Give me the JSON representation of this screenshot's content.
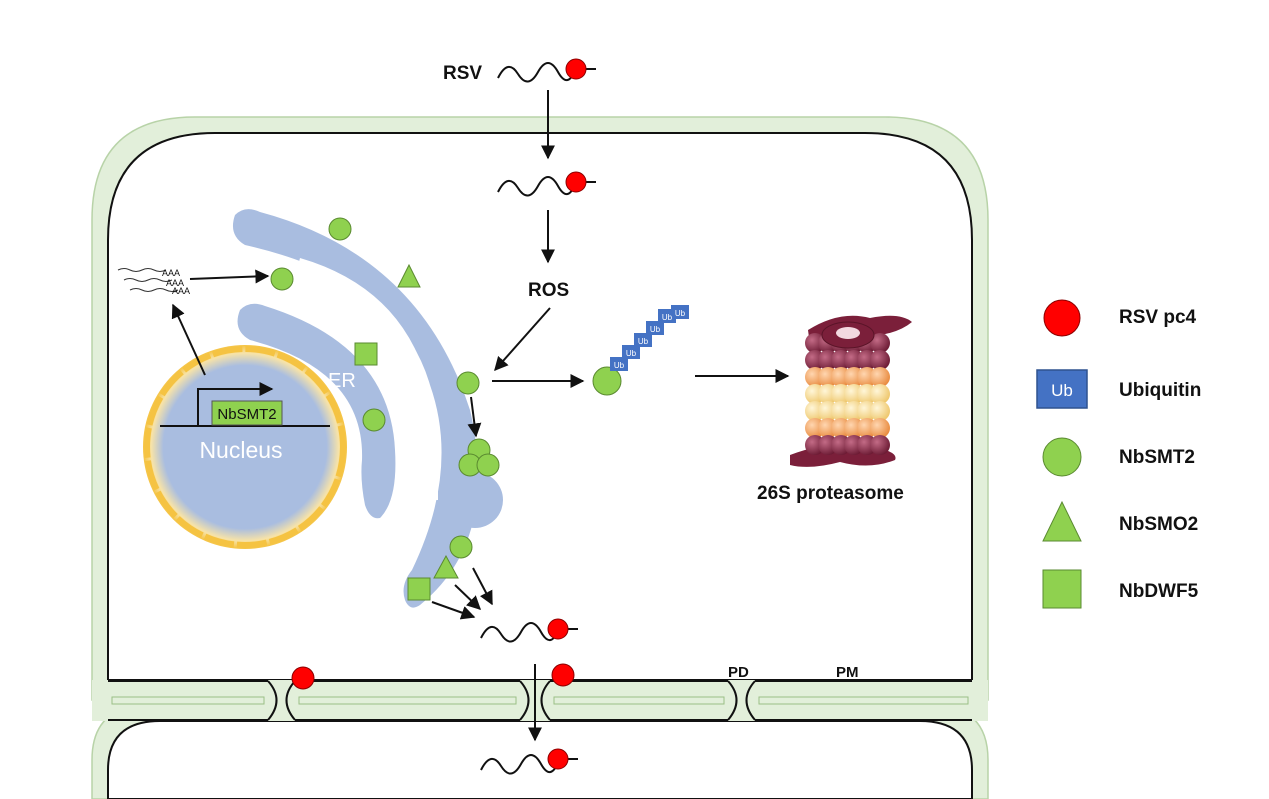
{
  "labels": {
    "rsv": "RSV",
    "ros": "ROS",
    "er": "ER",
    "nucleus": "Nucleus",
    "gene": "NbSMT2",
    "proteasome": "26S proteasome",
    "pd": "PD",
    "pm": "PM",
    "polyA": "AAA",
    "ub_tag": "Ub"
  },
  "legend": [
    {
      "shape": "circle",
      "color": "#ff0000",
      "label": "RSV pc4"
    },
    {
      "shape": "square-ub",
      "color": "#4472c4",
      "label": "Ubiquitin",
      "inner": "Ub"
    },
    {
      "shape": "circle",
      "color": "#8fd14f",
      "label": "NbSMT2"
    },
    {
      "shape": "triangle",
      "color": "#8fd14f",
      "label": "NbSMO2"
    },
    {
      "shape": "square",
      "color": "#8fd14f",
      "label": "NbDWF5"
    }
  ],
  "colors": {
    "cell_wall": "#e2efda",
    "er": "#a9bde0",
    "nucleus": "#a9bde0",
    "nucleus_ring": "#f5c342",
    "green": "#8fd14f",
    "red": "#ff0000",
    "ub": "#4472c4",
    "proteasome_dark": "#7b1f3a"
  }
}
